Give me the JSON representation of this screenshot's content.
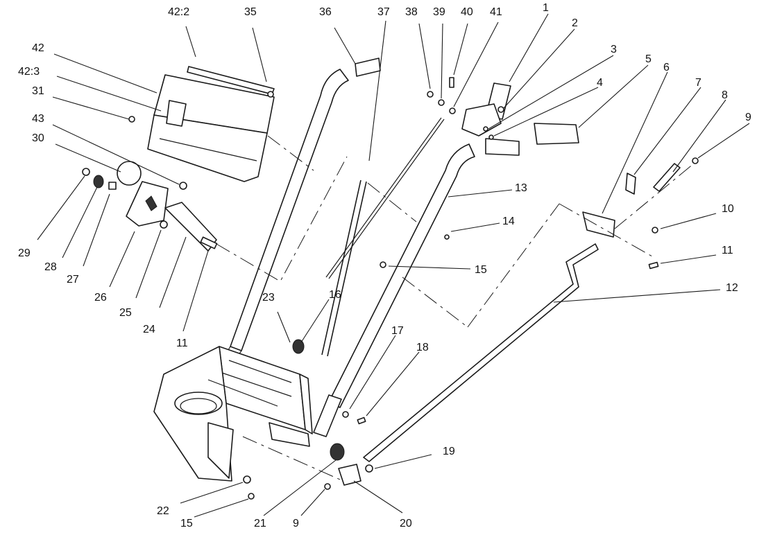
{
  "callouts": [
    {
      "id": "c-1",
      "text": "1"
    },
    {
      "id": "c-2",
      "text": "2"
    },
    {
      "id": "c-3",
      "text": "3"
    },
    {
      "id": "c-4",
      "text": "4"
    },
    {
      "id": "c-5",
      "text": "5"
    },
    {
      "id": "c-6",
      "text": "6"
    },
    {
      "id": "c-7",
      "text": "7"
    },
    {
      "id": "c-8",
      "text": "8"
    },
    {
      "id": "c-9a",
      "text": "9"
    },
    {
      "id": "c-10",
      "text": "10"
    },
    {
      "id": "c-11a",
      "text": "11"
    },
    {
      "id": "c-12",
      "text": "12"
    },
    {
      "id": "c-13",
      "text": "13"
    },
    {
      "id": "c-14",
      "text": "14"
    },
    {
      "id": "c-15a",
      "text": "15"
    },
    {
      "id": "c-16",
      "text": "16"
    },
    {
      "id": "c-17",
      "text": "17"
    },
    {
      "id": "c-18",
      "text": "18"
    },
    {
      "id": "c-19",
      "text": "19"
    },
    {
      "id": "c-20",
      "text": "20"
    },
    {
      "id": "c-21",
      "text": "21"
    },
    {
      "id": "c-9b",
      "text": "9"
    },
    {
      "id": "c-15b",
      "text": "15"
    },
    {
      "id": "c-22",
      "text": "22"
    },
    {
      "id": "c-23",
      "text": "23"
    },
    {
      "id": "c-11b",
      "text": "11"
    },
    {
      "id": "c-24",
      "text": "24"
    },
    {
      "id": "c-25",
      "text": "25"
    },
    {
      "id": "c-26",
      "text": "26"
    },
    {
      "id": "c-27",
      "text": "27"
    },
    {
      "id": "c-28",
      "text": "28"
    },
    {
      "id": "c-29",
      "text": "29"
    },
    {
      "id": "c-30",
      "text": "30"
    },
    {
      "id": "c-43",
      "text": "43"
    },
    {
      "id": "c-31",
      "text": "31"
    },
    {
      "id": "c-42-3",
      "text": "42:3"
    },
    {
      "id": "c-42",
      "text": "42"
    },
    {
      "id": "c-42-2",
      "text": "42:2"
    },
    {
      "id": "c-35",
      "text": "35"
    },
    {
      "id": "c-36",
      "text": "36"
    },
    {
      "id": "c-37",
      "text": "37"
    },
    {
      "id": "c-38",
      "text": "38"
    },
    {
      "id": "c-39",
      "text": "39"
    },
    {
      "id": "c-40",
      "text": "40"
    },
    {
      "id": "c-41",
      "text": "41"
    }
  ]
}
